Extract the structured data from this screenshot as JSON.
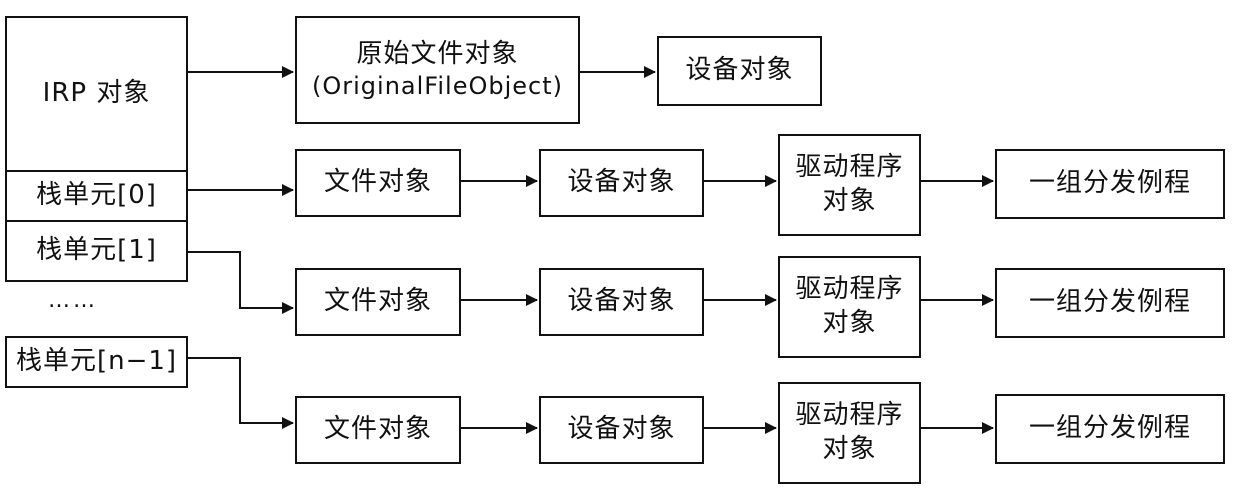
{
  "irp": {
    "title": "IRP 对象",
    "stack_units": [
      "栈单元[0]",
      "栈单元[1]"
    ],
    "ellipsis": "……",
    "last_unit": "栈单元[n−1]"
  },
  "original": {
    "line1": "原始文件对象",
    "line2": "(OriginalFileObject)",
    "device": "设备对象"
  },
  "rows": [
    {
      "file": "文件对象",
      "device": "设备对象",
      "driver1": "驱动程序",
      "driver2": "对象",
      "dispatch": "一组分发例程"
    },
    {
      "file": "文件对象",
      "device": "设备对象",
      "driver1": "驱动程序",
      "driver2": "对象",
      "dispatch": "一组分发例程"
    },
    {
      "file": "文件对象",
      "device": "设备对象",
      "driver1": "驱动程序",
      "driver2": "对象",
      "dispatch": "一组分发例程"
    }
  ]
}
